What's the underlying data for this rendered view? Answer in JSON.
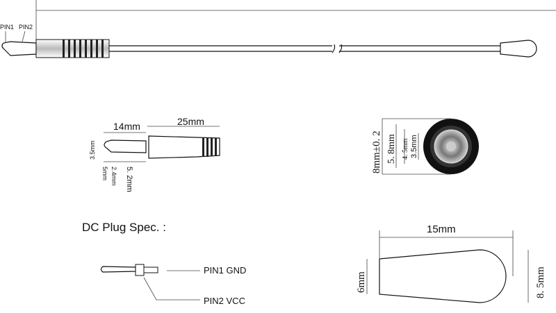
{
  "cable": {
    "pin1_label": "PIN1",
    "pin2_label": "PIN2"
  },
  "plug_dims": {
    "tip_length": "14mm",
    "body_length": "25mm",
    "tip_diameter": "3.5mm",
    "seg1": "5mm",
    "seg2": "2.4mm",
    "seg3": "5. 2mm"
  },
  "end_view": {
    "outer": "8mm±0. 2",
    "d2": "5. 8mm",
    "d3": "4. 5mm",
    "d4": "3.5mm"
  },
  "spec": {
    "title": "DC Plug Spec. :",
    "pin1": "PIN1 GND",
    "pin2": "PIN2 VCC"
  },
  "sensor": {
    "length": "15mm",
    "small_height": "6mm",
    "large_height": "8. 5mm"
  }
}
